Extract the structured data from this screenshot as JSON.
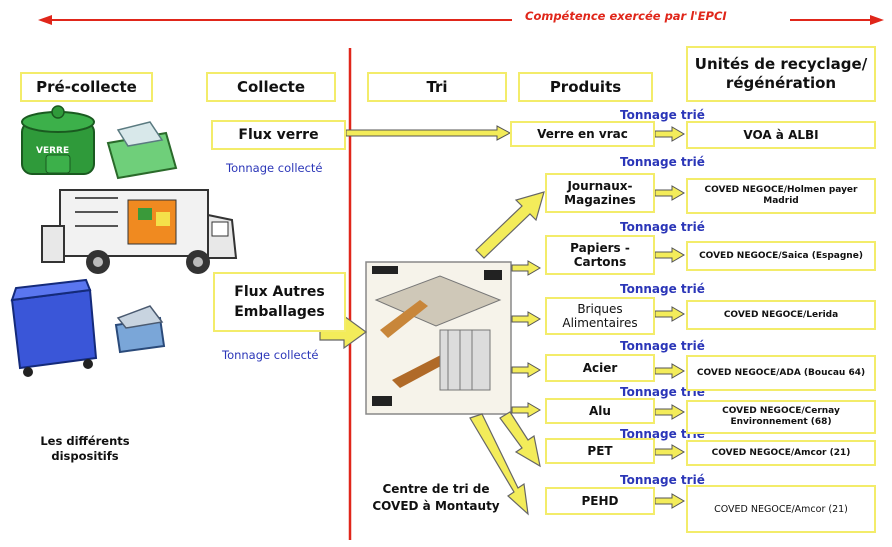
{
  "banner": {
    "text": "Compétence exercée par l'EPCI"
  },
  "headers": {
    "precollecte": "Pré-collecte",
    "collecte": "Collecte",
    "tri": "Tri",
    "produits": "Produits",
    "unites": "Unités de recyclage/ régénération"
  },
  "collecte": {
    "flux_verre": "Flux verre",
    "flux_autres": "Flux Autres Emballages",
    "tonnage_collecte": "Tonnage collecté"
  },
  "precollecte": {
    "verre_label": "VERRE",
    "dispositifs": "Les différents dispositifs"
  },
  "centre": {
    "label": "Centre de tri de COVED à Montauty"
  },
  "tonnage_trie": "Tonnage trié",
  "rows": [
    {
      "product": "Verre en vrac",
      "destination": "VOA à ALBI"
    },
    {
      "product": "Journaux-Magazines",
      "destination": "COVED NEGOCE/Holmen payer Madrid"
    },
    {
      "product": "Papiers - Cartons",
      "destination": "COVED NEGOCE/Saica (Espagne)"
    },
    {
      "product": "Briques Alimentaires",
      "destination": "COVED NEGOCE/Lerida"
    },
    {
      "product": "Acier",
      "destination": "COVED NEGOCE/ADA (Boucau 64)"
    },
    {
      "product": "Alu",
      "destination": "COVED NEGOCE/Cernay Environnement (68)"
    },
    {
      "product": "PET",
      "destination": "COVED NEGOCE/Amcor (21)"
    },
    {
      "product": "PEHD",
      "destination": "COVED NEGOCE/Amcor (21)"
    }
  ],
  "colors": {
    "red": "#e0261a",
    "yellow": "#f3ec5a",
    "blue": "#2b36b8",
    "green": "#2f8f2f"
  }
}
